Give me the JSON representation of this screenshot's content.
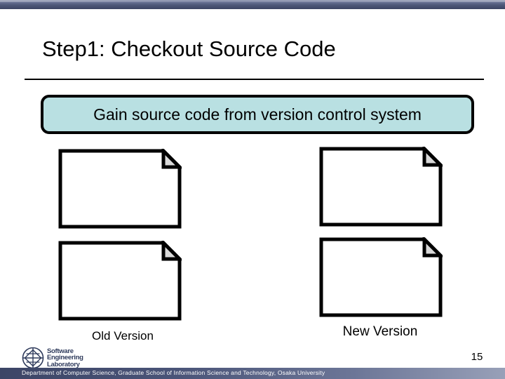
{
  "slide": {
    "title": "Step1: Checkout Source Code",
    "page_number": "15"
  },
  "callout": {
    "text": "Gain source code from version control system",
    "fill_color": "#b9e0e2",
    "border_color": "#000000"
  },
  "diagram": {
    "columns": [
      {
        "name": "old-version",
        "label": "Old Version",
        "documents": [
          {
            "name": "document-old-1"
          },
          {
            "name": "document-old-2"
          }
        ]
      },
      {
        "name": "new-version",
        "label": "New Version",
        "documents": [
          {
            "name": "document-new-1"
          },
          {
            "name": "document-new-2"
          }
        ]
      }
    ],
    "document_fill": "#ffffff",
    "document_stroke": "#000000",
    "fold_fill": "#d9d9d9"
  },
  "logo": {
    "line1": "Software",
    "line2": "Engineering",
    "line3": "Laboratory",
    "mark": "sel-circle-grid-logo"
  },
  "footer": {
    "text": "Department of Computer Science, Graduate School of Information Science and Technology, Osaka University",
    "band_color": "#3c4566"
  },
  "chrome": {
    "top_band_color": "#4e5878"
  }
}
